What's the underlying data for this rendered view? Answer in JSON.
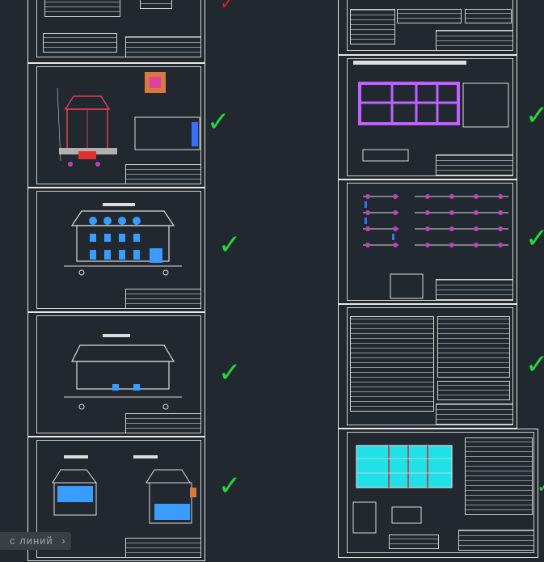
{
  "colors": {
    "background": "#212830",
    "sheet_line": "#e8e8e8",
    "check_green": "#27d63a",
    "check_red": "#e02020",
    "accent_cyan": "#20e0e8",
    "accent_magenta": "#d040d8",
    "accent_blue": "#3a70ff"
  },
  "statusbar": {
    "label": "с линий",
    "arrow": "›"
  },
  "sheets_left": [
    {
      "id": "l1",
      "checked": "partial"
    },
    {
      "id": "l2",
      "checked": true
    },
    {
      "id": "l3",
      "checked": true
    },
    {
      "id": "l4",
      "checked": true
    },
    {
      "id": "l5",
      "checked": true
    }
  ],
  "sheets_right": [
    {
      "id": "r1",
      "checked": false
    },
    {
      "id": "r2",
      "checked": true
    },
    {
      "id": "r3",
      "checked": true
    },
    {
      "id": "r4",
      "checked": true
    },
    {
      "id": "r5",
      "checked": true
    }
  ],
  "icons": {
    "check": "✓",
    "check_partial": "✓"
  }
}
